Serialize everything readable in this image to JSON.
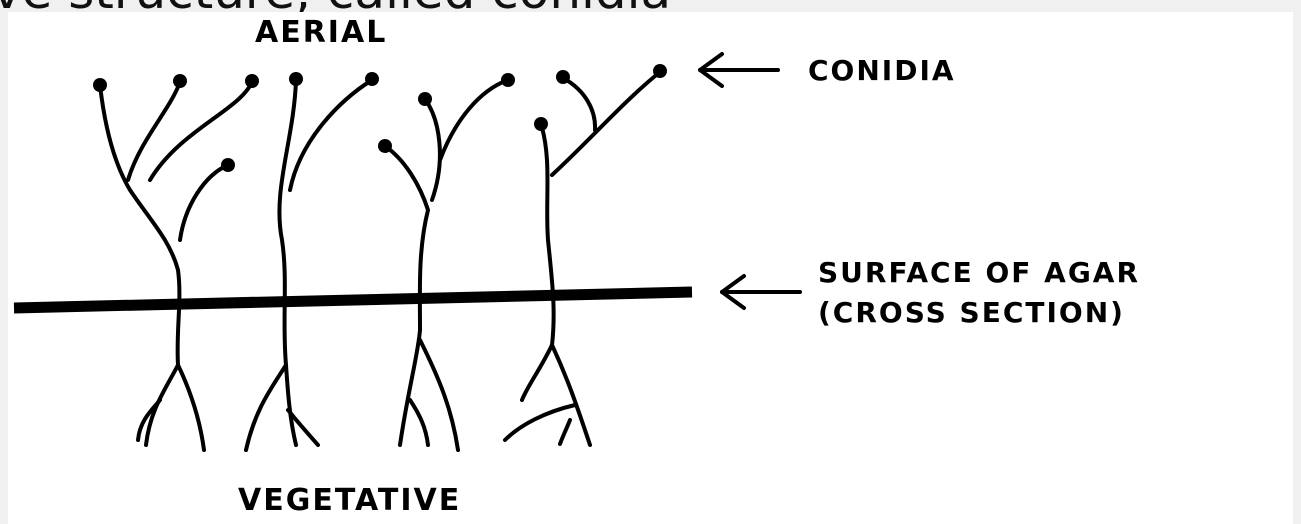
{
  "background_caption": "ve structure, called conidia",
  "labels": {
    "aerial": "AERIAL",
    "conidia": "CONIDIA",
    "surface_line1": "SURFACE OF AGAR",
    "surface_line2": "(CROSS SECTION)",
    "vegetative": "VEGETATIVE"
  },
  "colors": {
    "ink": "#000000",
    "panel": "#ffffff",
    "page": "#f0f0f0"
  }
}
